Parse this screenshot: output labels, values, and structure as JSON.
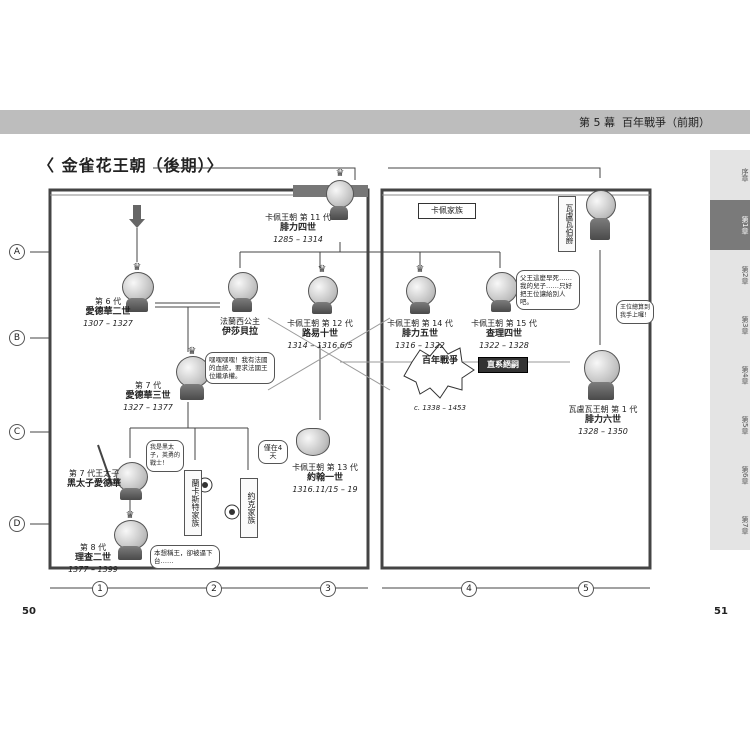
{
  "header": {
    "chapter": "第 5 幕",
    "title": "百年戰爭（前期）"
  },
  "section_title": "〈 金雀花王朝（後期）〉",
  "rows": [
    "A",
    "B",
    "C",
    "D"
  ],
  "columns": [
    "1",
    "2",
    "3",
    "4",
    "5"
  ],
  "page_left": "50",
  "page_right": "51",
  "nodes": {
    "philip4": {
      "line1": "卡佩王朝 第 11 代",
      "name": "腓力四世",
      "years": "1285 – 1314"
    },
    "edward2": {
      "line1": "第 6 代",
      "name": "愛德華二世",
      "years": "1307 – 1327"
    },
    "isabella": {
      "line1": "法蘭西公主",
      "name": "伊莎貝拉",
      "years": ""
    },
    "louis10": {
      "line1": "卡佩王朝 第 12 代",
      "name": "路易十世",
      "years": "1314 – 1316.6/5"
    },
    "philip5": {
      "line1": "卡佩王朝 第 14 代",
      "name": "腓力五世",
      "years": "1316 – 1322"
    },
    "charles4": {
      "line1": "卡佩王朝 第 15 代",
      "name": "查理四世",
      "years": "1322 – 1328"
    },
    "edward3": {
      "line1": "第 7 代",
      "name": "愛德華三世",
      "years": "1327 – 1377"
    },
    "black_prince": {
      "line1": "第 7 代王太子",
      "name": "黑太子愛德華",
      "years": ""
    },
    "john1": {
      "line1": "卡佩王朝 第 13 代",
      "name": "約翰一世",
      "years": "1316.11/15 – 19"
    },
    "richard2": {
      "line1": "第 8 代",
      "name": "理查二世",
      "years": "1377 – 1399"
    },
    "philip6": {
      "line1": "瓦盧瓦王朝 第 1 代",
      "name": "腓力六世",
      "years": "1328 – 1350"
    }
  },
  "labels": {
    "capet_family": "卡佩家族",
    "valois_count": "瓦盧瓦伯爵",
    "direct_line_extinct": "直系絕嗣",
    "hundred_years_war": "百年戰爭",
    "war_years": "c. 1338 – 1453",
    "lancaster_family": "蘭卡斯特家族",
    "york_family": "約克家族",
    "died_4_days": "僅在4天"
  },
  "bubbles": {
    "edward3": "嘿嘿嘿嘿！我有法國的血統，要求法國王位繼承權。",
    "charles4": "父王這麼早死……我的兒子……只好把王位讓給別人吧。",
    "philip6": "王位總算到我手上囉！",
    "black_prince": "我是黑太子，英勇的戰士！",
    "richard2": "本想稱王，卻被逼下台……"
  },
  "side_tabs": [
    "序章",
    "第1章",
    "第2章",
    "第3章",
    "第4章",
    "第5章",
    "第6章",
    "第7章"
  ],
  "active_tab": 1
}
